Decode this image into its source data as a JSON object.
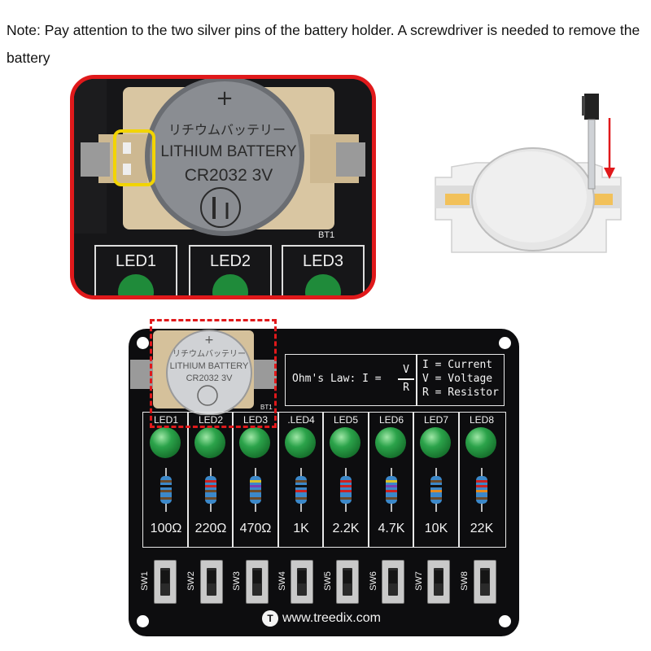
{
  "note": "Note: Pay attention to the two silver pins of the battery holder. A screwdriver is needed to remove the battery",
  "zoom_photo": {
    "battery_lines": [
      "リチウムバッテリー",
      "LITHIUM BATTERY",
      "CR2032  3V"
    ],
    "plus_sign": "+",
    "bt_label": "BT1",
    "led_labels": [
      "LED1",
      "LED2",
      "LED3"
    ],
    "highlight_color": "#f2d400",
    "frame_color": "#e0191b"
  },
  "diagram": {
    "arrow_color": "#e0191b",
    "tool_icon": "screwdriver-icon"
  },
  "board": {
    "formula": {
      "law_text": "Ohm's Law: I =",
      "numerator": "V",
      "denominator": "R",
      "definitions": [
        "I = Current",
        "V = Voltage",
        "R = Resistor"
      ]
    },
    "battery_lines": [
      "リチウムバッテリー",
      "LITHIUM BATTERY",
      "CR2032  3V"
    ],
    "plus_sign": "+",
    "bt_label": "BT1",
    "leds": [
      {
        "label": "LED1",
        "resistor": "100Ω",
        "switch": "SW1"
      },
      {
        "label": "LED2",
        "resistor": "220Ω",
        "switch": "SW2"
      },
      {
        "label": "LED3",
        "resistor": "470Ω",
        "switch": "SW3"
      },
      {
        "label": ".LED4",
        "resistor": "1K",
        "switch": "SW4"
      },
      {
        "label": "LED5",
        "resistor": "2.2K",
        "switch": "SW5"
      },
      {
        "label": "LED6",
        "resistor": "4.7K",
        "switch": "SW6"
      },
      {
        "label": "LED7",
        "resistor": "10K",
        "switch": "SW7"
      },
      {
        "label": "LED8",
        "resistor": "22K",
        "switch": "SW8"
      }
    ],
    "brand_logo": "T",
    "brand": "www.treedix.com",
    "pcb_color": "#0d0d0f"
  }
}
